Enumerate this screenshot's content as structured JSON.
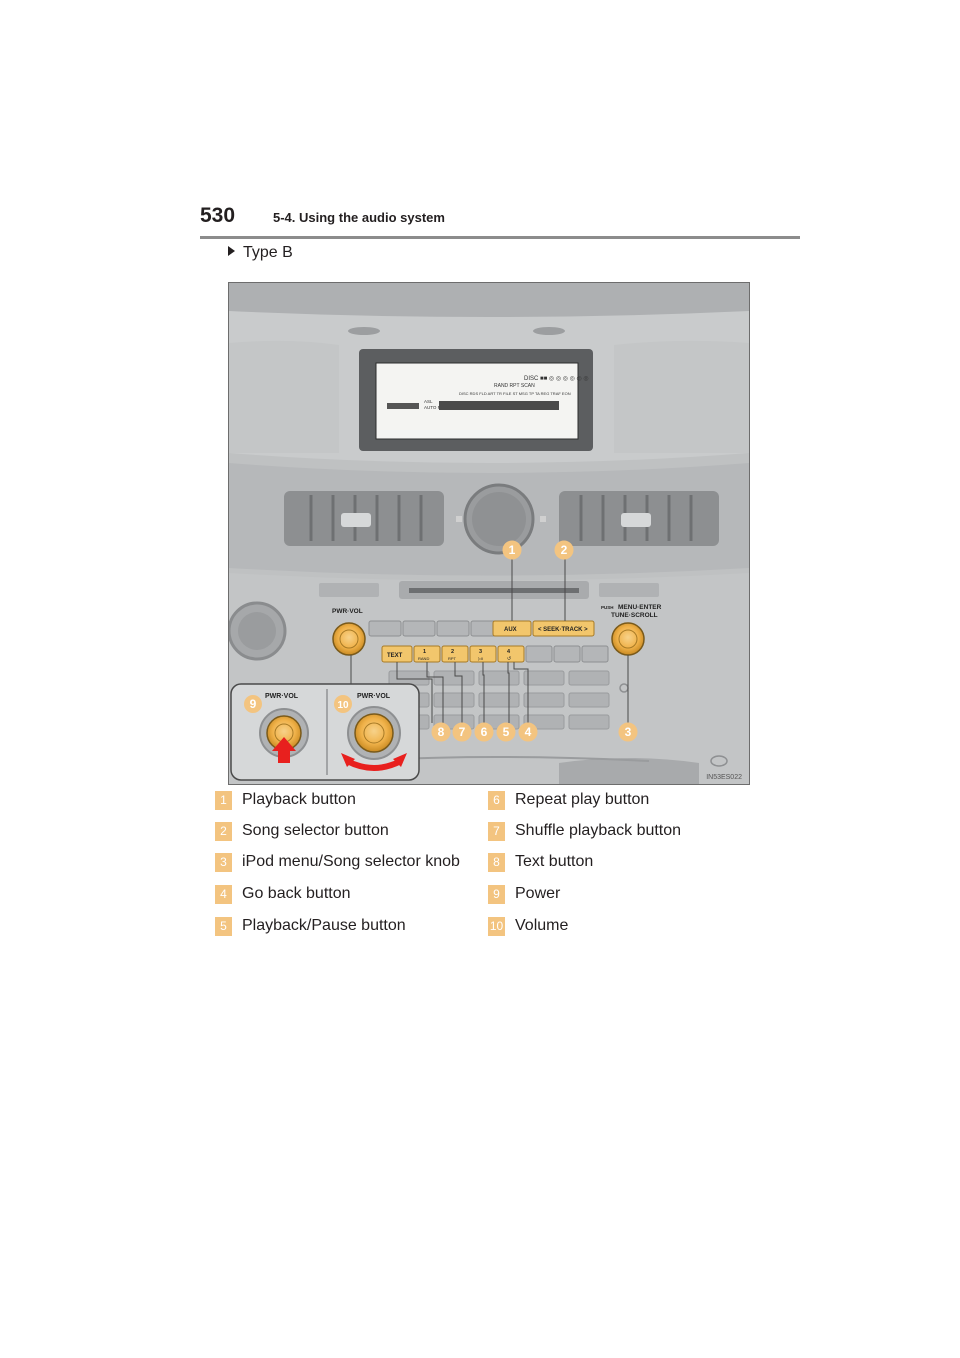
{
  "header": {
    "page_number": "530",
    "section": "5-4. Using the audio system"
  },
  "figure": {
    "type_label": "Type B",
    "image_code": "IN53ES022",
    "display": {
      "row1": "DISC ■■ ◎ ◎ ◎ ◎ ◎ ◎",
      "row2": "RAND  RPT  SCAN",
      "row3": "DISC RDS FLD ART TR FILE ST MSG TP TA REG TRAF EON",
      "asl": "ASL",
      "autop": "AUTO P."
    },
    "panel": {
      "pwr_vol": "PWR·VOL",
      "push": "PUSH",
      "menu_enter": "MENU·ENTER",
      "tune_scroll": "TUNE·SCROLL",
      "aux": "AUX",
      "seek_track": "< SEEK·TRACK >",
      "text_btn": "TEXT",
      "preset1": "1",
      "preset1_sub": "RAND",
      "preset2": "2",
      "preset2_sub": "RPT",
      "preset3": "3",
      "preset3_sub": "▷II",
      "preset4": "4",
      "preset4_sub": "↺"
    },
    "inset": {
      "left_label": "PWR·VOL",
      "right_label": "PWR·VOL"
    },
    "callouts": [
      "1",
      "2",
      "3",
      "4",
      "5",
      "6",
      "7",
      "8",
      "9",
      "10"
    ]
  },
  "legend": [
    {
      "num": "1",
      "text": "Playback button"
    },
    {
      "num": "2",
      "text": "Song selector button"
    },
    {
      "num": "3",
      "text": "iPod menu/Song selector knob"
    },
    {
      "num": "4",
      "text": "Go back button"
    },
    {
      "num": "5",
      "text": "Playback/Pause button"
    },
    {
      "num": "6",
      "text": "Repeat play button"
    },
    {
      "num": "7",
      "text": "Shuffle playback button"
    },
    {
      "num": "8",
      "text": "Text button"
    },
    {
      "num": "9",
      "text": "Power"
    },
    {
      "num": "10",
      "text": "Volume"
    }
  ]
}
